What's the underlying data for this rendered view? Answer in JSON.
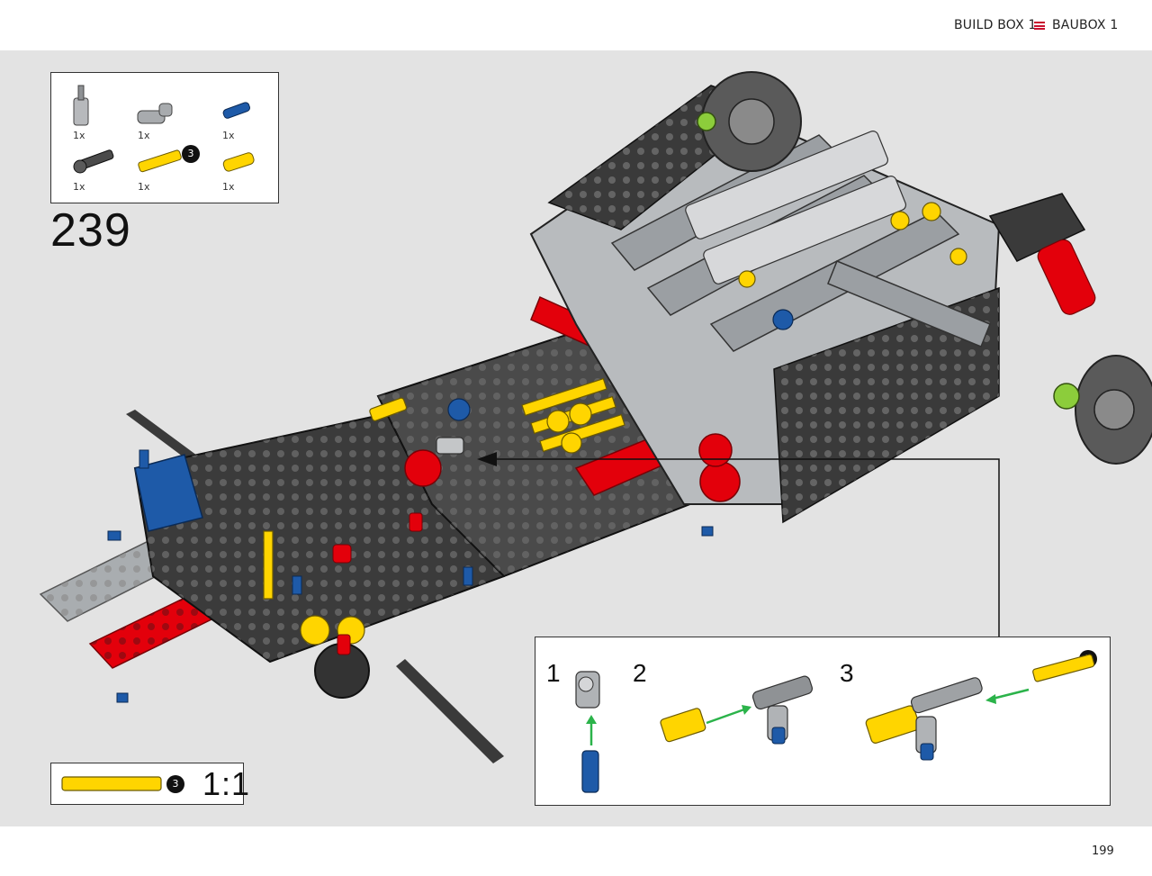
{
  "header": {
    "build_box_label": "BUILD BOX 1",
    "baubox_label": "BAUBOX 1",
    "separator_icon": "three-lines-icon",
    "accent_color": "#c8102e"
  },
  "step": {
    "number": "239"
  },
  "parts_list": {
    "parts": [
      {
        "name": "gray-bush-axle-icon",
        "qty": "1x"
      },
      {
        "name": "gray-axle-pin-connector-icon",
        "qty": "1x"
      },
      {
        "name": "blue-axle-pin-icon",
        "qty": "1x"
      },
      {
        "name": "dark-gray-axle-with-stop-icon",
        "qty": "1x"
      },
      {
        "name": "yellow-axle-3-icon",
        "qty": "1x",
        "badge": "3"
      },
      {
        "name": "yellow-short-axle-connector-icon",
        "qty": "1x"
      }
    ]
  },
  "subassembly": {
    "steps": [
      {
        "number": "1"
      },
      {
        "number": "2"
      },
      {
        "number": "3"
      }
    ],
    "axle_length_badge": "3"
  },
  "scale": {
    "ratio": "1:1",
    "badge": "3"
  },
  "page": {
    "number": "199"
  },
  "colors": {
    "lego_yellow": "#ffd500",
    "lego_red": "#e3000b",
    "lego_blue": "#1e5aa8",
    "lego_light_gray": "#a0a5a9",
    "lego_dark_gray": "#3a3a3a",
    "callout_arrow": "#2bb34a"
  }
}
